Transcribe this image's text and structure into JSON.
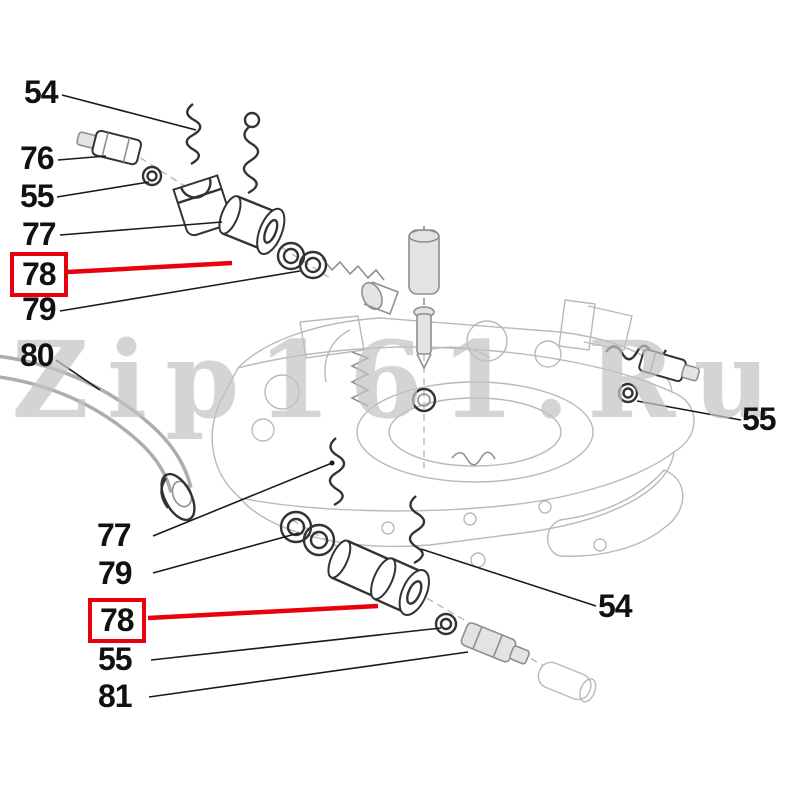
{
  "site": {
    "watermark": "Zip161.Ru"
  },
  "colors": {
    "background": "#ffffff",
    "highlight": "#e8000d",
    "label_text": "#111111",
    "leader_line": "#1a1a1a",
    "drawing_light": "#b9b9b9",
    "drawing_mid": "#8f8f8f",
    "drawing_dark": "#333333",
    "watermark_gray": "#c4c4c4"
  },
  "diagram": {
    "labels": [
      {
        "text": "54",
        "highlighted": false
      },
      {
        "text": "76",
        "highlighted": false
      },
      {
        "text": "55",
        "highlighted": false
      },
      {
        "text": "77",
        "highlighted": false
      },
      {
        "text": "78",
        "highlighted": true
      },
      {
        "text": "79",
        "highlighted": false
      },
      {
        "text": "80",
        "highlighted": false
      },
      {
        "text": "55",
        "highlighted": false
      },
      {
        "text": "77",
        "highlighted": false
      },
      {
        "text": "79",
        "highlighted": false
      },
      {
        "text": "78",
        "highlighted": true
      },
      {
        "text": "55",
        "highlighted": false
      },
      {
        "text": "81",
        "highlighted": false
      },
      {
        "text": "54",
        "highlighted": false
      }
    ]
  }
}
